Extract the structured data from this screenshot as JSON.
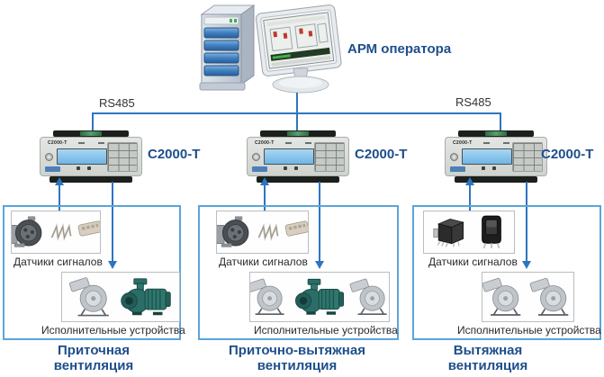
{
  "workstation": {
    "label": "АРМ оператора"
  },
  "bus": {
    "protocol_left": "RS485",
    "protocol_right": "RS485"
  },
  "controllers": [
    {
      "label": "С2000-Т",
      "device_model": "С2000-Т"
    },
    {
      "label": "С2000-Т",
      "device_model": "С2000-Т"
    },
    {
      "label": "С2000-Т",
      "device_model": "С2000-Т"
    }
  ],
  "groups": [
    {
      "title": "Приточная вентиляция",
      "sensors_caption": "Датчики сигналов",
      "actuators_caption": "Исполнительные устройства",
      "sensors_icons": [
        "pressure-sensor",
        "spring",
        "terminal-block"
      ],
      "actuators_icons": [
        "fan",
        "pump"
      ]
    },
    {
      "title": "Приточно-вытяжная вентиляция",
      "sensors_caption": "Датчики сигналов",
      "actuators_caption": "Исполнительные устройства",
      "sensors_icons": [
        "pressure-sensor",
        "spring",
        "terminal-block"
      ],
      "actuators_icons": [
        "fan",
        "pump",
        "fan"
      ]
    },
    {
      "title": "Вытяжная вентиляция",
      "sensors_caption": "Датчики сигналов",
      "actuators_caption": "Исполнительные устройства",
      "sensors_icons": [
        "relay",
        "rocker-switch"
      ],
      "actuators_icons": [
        "fan",
        "fan"
      ]
    }
  ],
  "colors": {
    "accent_text": "#1e4e8c",
    "connection_line": "#2e75c0",
    "group_border": "#5aa5d9"
  }
}
